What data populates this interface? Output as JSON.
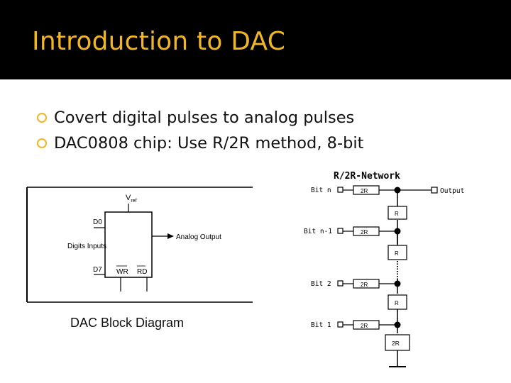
{
  "slide": {
    "title": "Introduction to DAC",
    "bullets": [
      "Covert digital pulses to analog pulses",
      "DAC0808 chip: Use R/2R method, 8-bit"
    ]
  },
  "block_diagram": {
    "caption": "DAC Block Diagram",
    "vref": "V",
    "vref_sub": "ref",
    "d0": "D0",
    "d7": "D7",
    "digits_inputs": "Digits Inputs",
    "analog_output": "Analog Output",
    "wr": "WR",
    "rd": "RD"
  },
  "r2r_network": {
    "title": "R/2R-Network",
    "bit_n": "Bit n",
    "bit_n_1": "Bit n-1",
    "bit_2": "Bit 2",
    "bit_1": "Bit 1",
    "output": "Output",
    "r_2r": "2R",
    "r_r": "R",
    "r_2r_bottom": "2R"
  },
  "colors": {
    "title_bar": "#000000",
    "title_text": "#f2b625",
    "bullet_marker": "#f2b625"
  }
}
